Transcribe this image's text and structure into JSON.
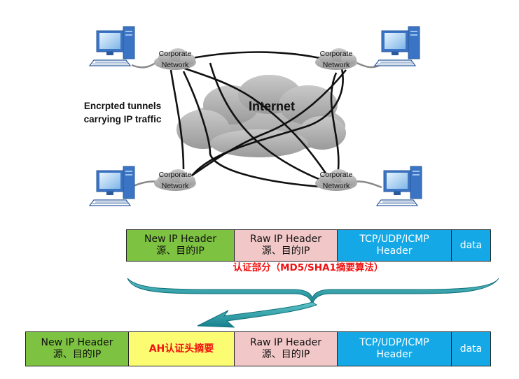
{
  "network": {
    "cloud_label": "Internet",
    "tunnel_label_line1": "Encrpted tunnels",
    "tunnel_label_line2": "carrying IP traffic",
    "node_line1": "Corporate",
    "node_line2": "Network"
  },
  "packet_top": {
    "new_ip": {
      "line1": "New IP Header",
      "line2": "源、目的IP"
    },
    "raw_ip": {
      "line1": "Raw IP Header",
      "line2": "源、目的IP"
    },
    "tcp": {
      "line1": "TCP/UDP/ICMP",
      "line2": "Header"
    },
    "data": "data"
  },
  "auth_label": "认证部分（MD5/SHA1摘要算法）",
  "packet_bottom": {
    "new_ip": {
      "line1": "New IP Header",
      "line2": "源、目的IP"
    },
    "ah": "AH认证头摘要",
    "raw_ip": {
      "line1": "Raw IP Header",
      "line2": "源、目的IP"
    },
    "tcp": {
      "line1": "TCP/UDP/ICMP",
      "line2": "Header"
    },
    "data": "data"
  },
  "colors": {
    "green": "#7ec241",
    "pink": "#f2c7c7",
    "blue": "#14a9e6",
    "yellow": "#fcfc73",
    "red": "#f01010",
    "teal_brace": "#1a8f9a"
  }
}
